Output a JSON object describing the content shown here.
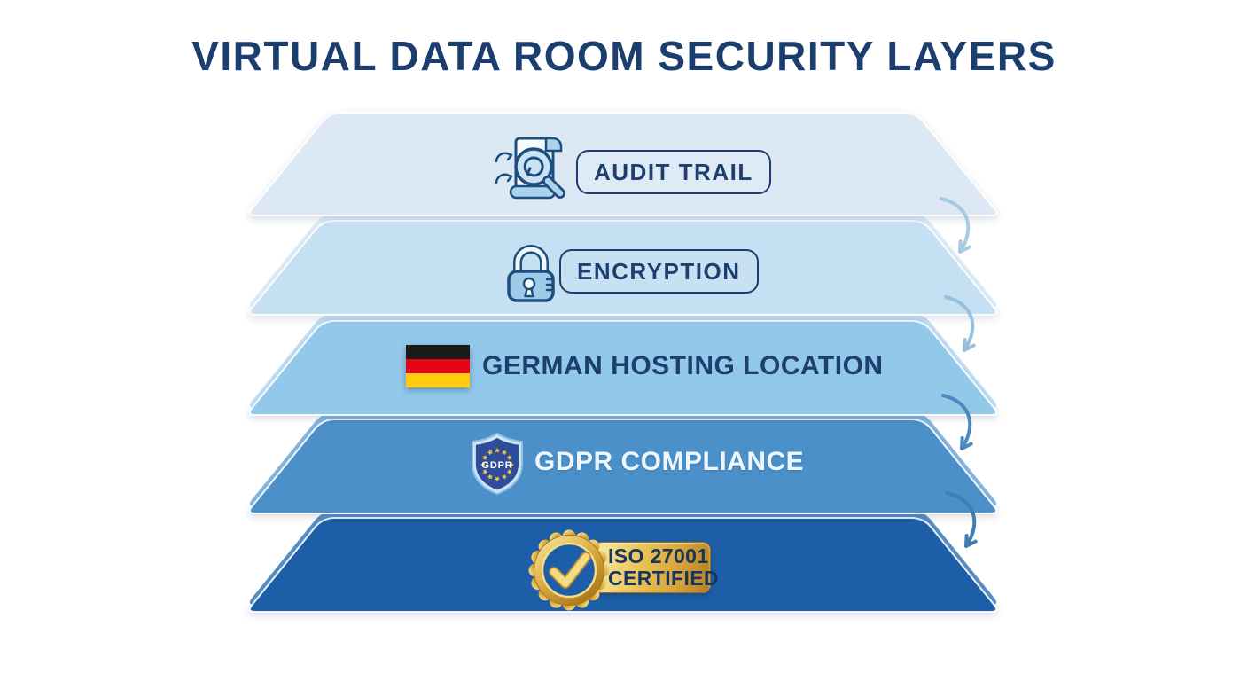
{
  "title": {
    "text": "VIRTUAL DATA ROOM SECURITY LAYERS",
    "color": "#1B3E6E"
  },
  "layers": [
    {
      "id": "audit-trail",
      "label": "AUDIT TRAIL",
      "badge": "outlined-pill",
      "icon": "audit-trail-search-document-icon",
      "color": "#DCE9F5",
      "rim_color": "#EBF4FB",
      "text_color": "#1D3E6E"
    },
    {
      "id": "encryption",
      "label": "ENCRYPTION",
      "badge": "outlined-pill",
      "icon": "encryption-padlock-icon",
      "color": "#C5E0F2",
      "rim_color": "#E0EFFA",
      "text_color": "#1D3E6E"
    },
    {
      "id": "german-hosting",
      "label": "GERMAN HOSTING LOCATION",
      "badge": "plain-text",
      "icon": "german-flag-icon",
      "color": "#92C8E9",
      "rim_color": "#C3E1F4",
      "text_color": "#1D3E6E",
      "flag_stripes": [
        "#1A1A17",
        "#E30613",
        "#FFCC0F"
      ]
    },
    {
      "id": "gdpr-compliance",
      "label": "GDPR COMPLIANCE",
      "badge": "plain-text",
      "icon": "gdpr-shield-icon",
      "badge_text": "GDPR",
      "color": "#4C90C8",
      "rim_color": "#85B8E0",
      "text_color": "#EDF6FD",
      "shield_inner_color": "#2E4C99",
      "star_color": "#F1C643"
    },
    {
      "id": "iso-27001",
      "label": "ISO 27001 CERTIFIED",
      "line1": "ISO 27001",
      "line2": "CERTIFIED",
      "badge": "gold-seal",
      "icon": "iso-certified-gold-seal-icon",
      "color": "#1C5FA8",
      "rim_color": "#5890C4",
      "text_color": "#16365E",
      "gold_light": "#F8ECA9",
      "gold_mid": "#DFAF45",
      "gold_dark": "#A87619"
    }
  ],
  "arrows": [
    {
      "color": "#A6CBE4"
    },
    {
      "color": "#97C0DE"
    },
    {
      "color": "#4D89BF"
    },
    {
      "color": "#3F7DB4"
    }
  ]
}
